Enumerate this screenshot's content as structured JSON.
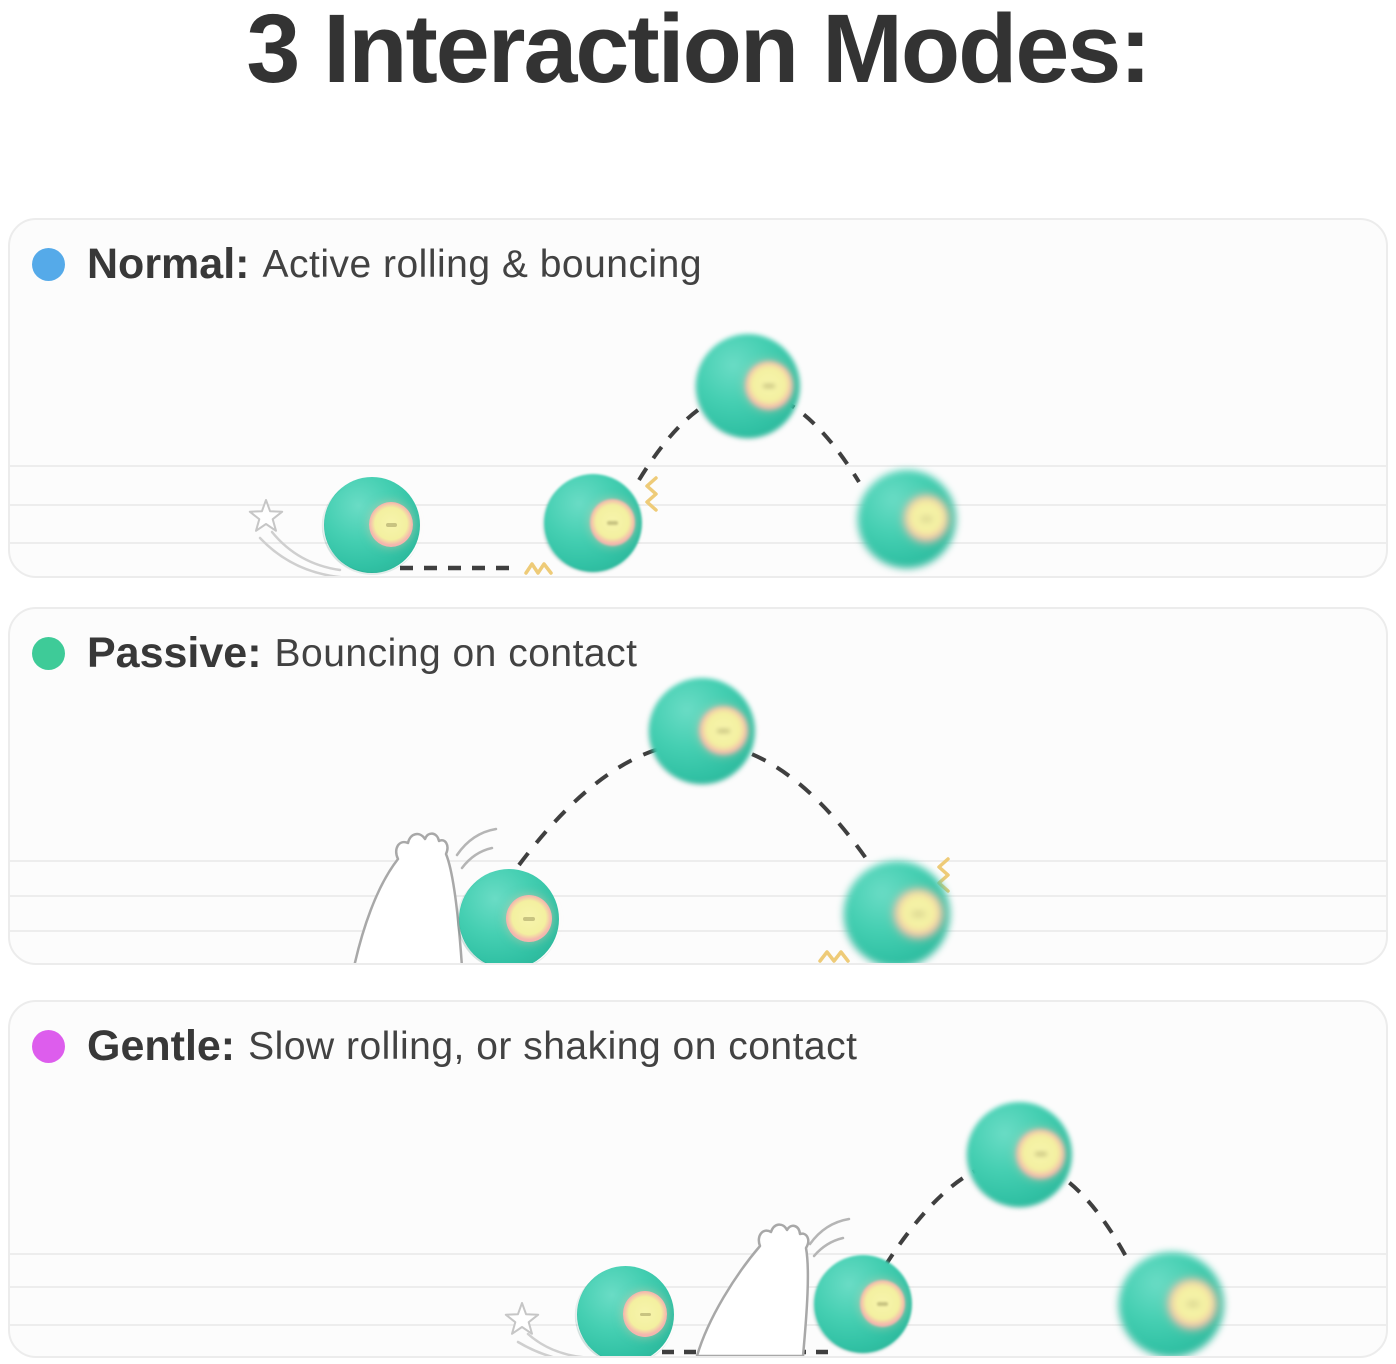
{
  "title": "3 Interaction Modes:",
  "modes": [
    {
      "id": "normal",
      "label": "Normal:",
      "description": "Active rolling & bouncing",
      "dot_color": "#55aae9"
    },
    {
      "id": "passive",
      "label": "Passive:",
      "description": "Bouncing on contact",
      "dot_color": "#3ecb98"
    },
    {
      "id": "gentle",
      "label": "Gentle:",
      "description": "Slow rolling, or shaking on contact",
      "dot_color": "#dd5ded"
    }
  ],
  "illustration": {
    "ball_shell_color": "#35c4a8",
    "ball_ring_color": "#f3b3ab",
    "ball_center_color": "#f4f1a4",
    "trajectory_color": "#3f3f3f",
    "impact_spark_color": "#eecb78",
    "panels": [
      {
        "mode": "normal",
        "ball_count": 4,
        "elements": [
          "swoosh",
          "roll-line",
          "impact-sparks",
          "bounce-arc"
        ]
      },
      {
        "mode": "passive",
        "ball_count": 3,
        "elements": [
          "cat-paw",
          "motion-lines",
          "bounce-arc",
          "impact-sparks"
        ]
      },
      {
        "mode": "gentle",
        "ball_count": 4,
        "elements": [
          "swoosh",
          "cat-paw",
          "motion-lines",
          "roll-line",
          "bounce-arc"
        ]
      }
    ]
  }
}
